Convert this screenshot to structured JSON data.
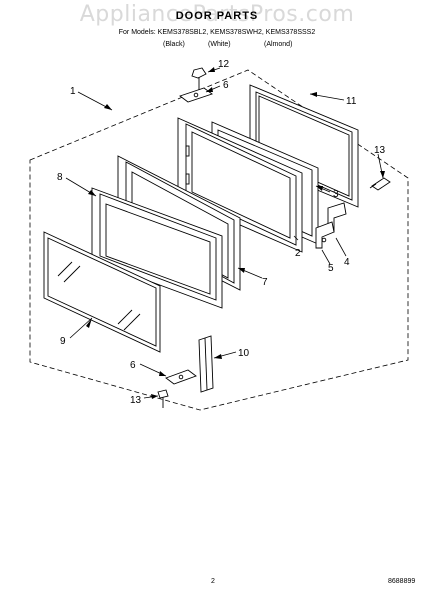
{
  "watermark": "AppliancePartsPros.com",
  "header": {
    "title": "DOOR PARTS",
    "models": "For Models: KEMS378SBL2, KEMS378SWH2, KEMS378SSS2",
    "variants": [
      "(Black)",
      "(White)",
      "(Almond)"
    ]
  },
  "callouts": {
    "c1": "1",
    "c2": "2",
    "c3": "3",
    "c4": "4",
    "c5": "5",
    "c6a": "6",
    "c6b": "6",
    "c7": "7",
    "c8": "8",
    "c9": "9",
    "c10": "10",
    "c11": "11",
    "c12": "12",
    "c13a": "13",
    "c13b": "13"
  },
  "footer": {
    "page": "2",
    "code": "8688899"
  }
}
